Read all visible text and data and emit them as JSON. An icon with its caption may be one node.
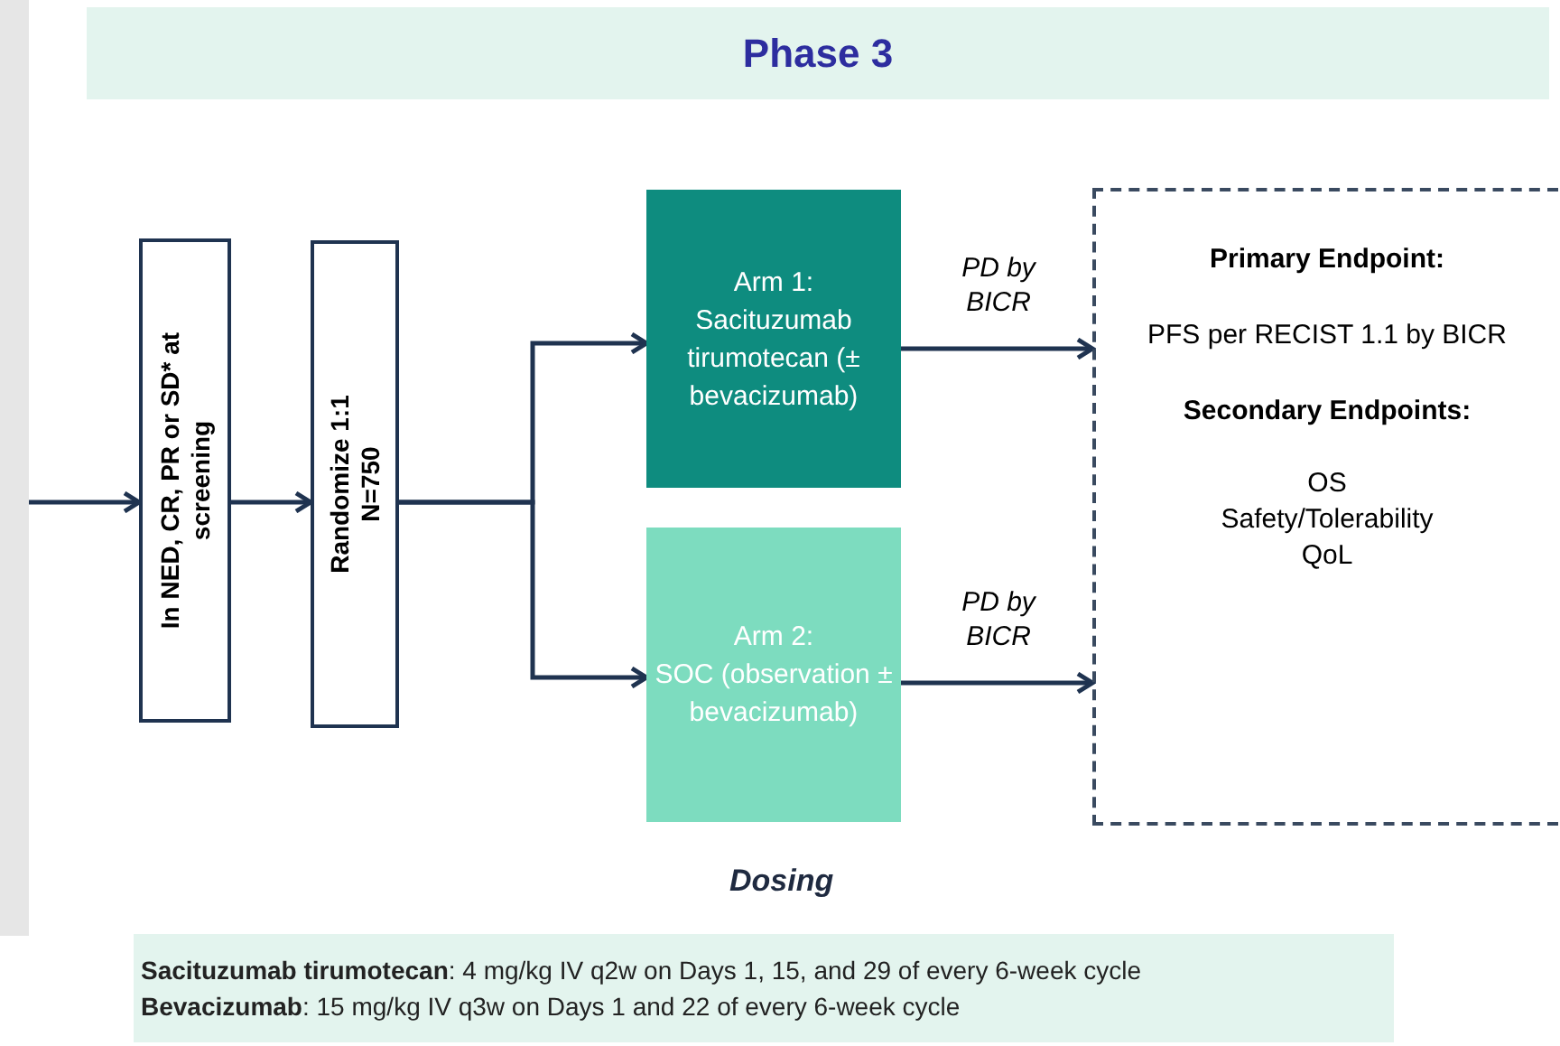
{
  "diagram": {
    "nodes": [
      {
        "text": [
          "Phase 3"
        ]
      },
      {
        "text": [],
        "shape": "box"
      },
      {
        "text": [
          "In NED, CR, PR or SD* at screening"
        ]
      },
      {
        "text": [
          "Randomize 1:1 N=750"
        ]
      },
      {
        "text": [
          "Arm 1:",
          "Sacituzumab tirumotecan (± bevacizumab)"
        ]
      },
      {
        "text": [
          "Arm 2:",
          "SOC (observation ± bevacizumab)"
        ],
        "beside": [
          "Dosing"
        ]
      },
      {
        "text": [
          "Primary Endpoint:",
          "PFS per RECIST 1.1 by BICR",
          "Secondary Endpoints:",
          "OS",
          "Safety/Tolerability",
          "QoL"
        ]
      },
      {
        "text": [
          "**Sacituzumab tirumotecan**: 4 mg/kg IV q2w on Days 1, 15, and 29 of every 6-week cycle",
          "**Bevacizumab**: 15 mg/kg IV q3w on Days 1 and 22 of every 6-week cycle"
        ]
      }
    ],
    "edges": [
      {
        "from": 1,
        "to": 2,
        "arrow": "to"
      },
      {
        "from": 2,
        "to": 3,
        "arrow": "to"
      },
      {
        "from": 3,
        "to": 4,
        "arrow": "to"
      },
      {
        "from": 3,
        "to": 5,
        "arrow": "to"
      },
      {
        "from": 4,
        "to": 6,
        "arrow": "to",
        "label": "PD by BICR"
      },
      {
        "from": 5,
        "to": 6,
        "arrow": "to",
        "label": "PD by BICR"
      }
    ]
  }
}
